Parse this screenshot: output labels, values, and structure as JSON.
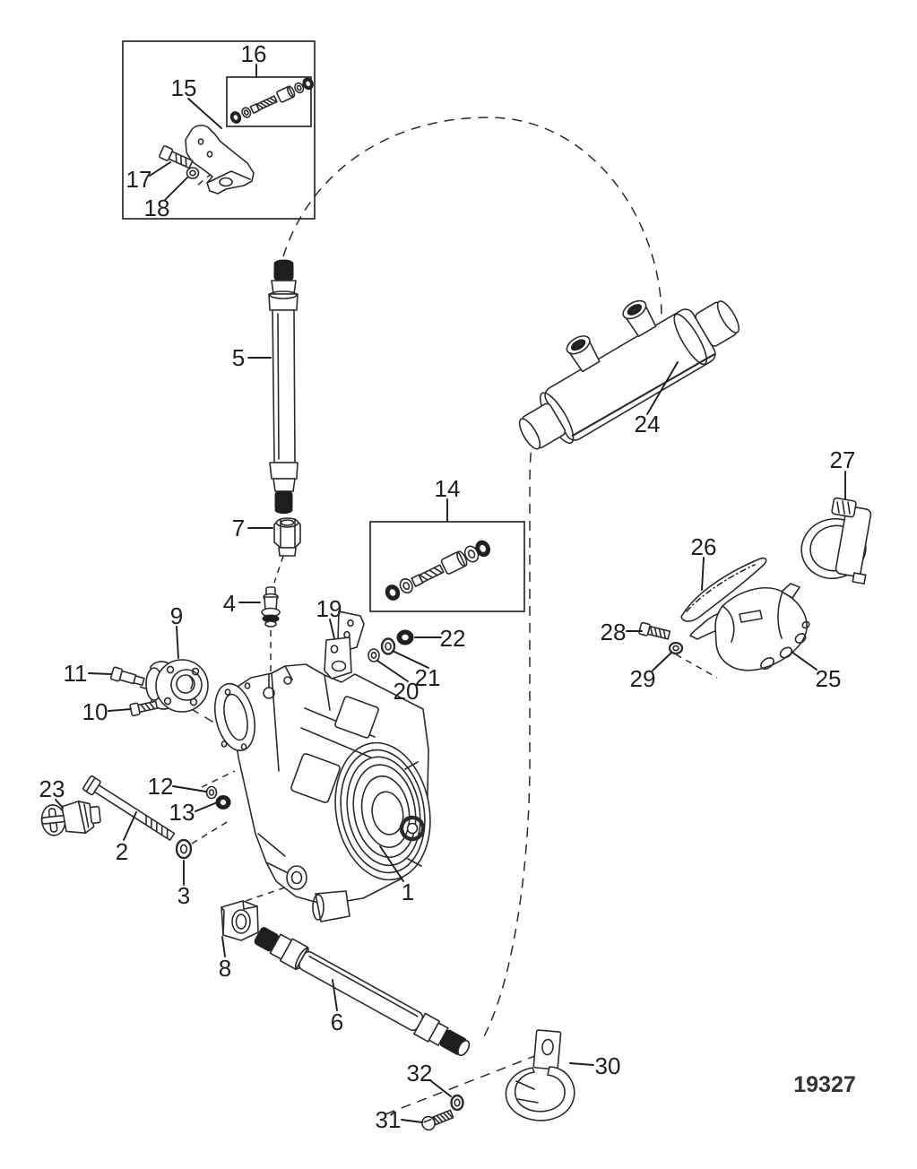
{
  "drawing_number": "19327",
  "colors": {
    "ink": "#2b2b2b",
    "dark_fill": "#1e1e1e",
    "background": "#ffffff"
  },
  "callouts": [
    {
      "n": "1"
    },
    {
      "n": "2"
    },
    {
      "n": "3"
    },
    {
      "n": "4"
    },
    {
      "n": "5"
    },
    {
      "n": "6"
    },
    {
      "n": "7"
    },
    {
      "n": "8"
    },
    {
      "n": "9"
    },
    {
      "n": "10"
    },
    {
      "n": "11"
    },
    {
      "n": "12"
    },
    {
      "n": "13"
    },
    {
      "n": "14"
    },
    {
      "n": "15"
    },
    {
      "n": "16"
    },
    {
      "n": "17"
    },
    {
      "n": "18"
    },
    {
      "n": "19"
    },
    {
      "n": "20"
    },
    {
      "n": "21"
    },
    {
      "n": "22"
    },
    {
      "n": "23"
    },
    {
      "n": "24"
    },
    {
      "n": "25"
    },
    {
      "n": "26"
    },
    {
      "n": "27"
    },
    {
      "n": "28"
    },
    {
      "n": "29"
    },
    {
      "n": "30"
    },
    {
      "n": "31"
    },
    {
      "n": "32"
    }
  ]
}
